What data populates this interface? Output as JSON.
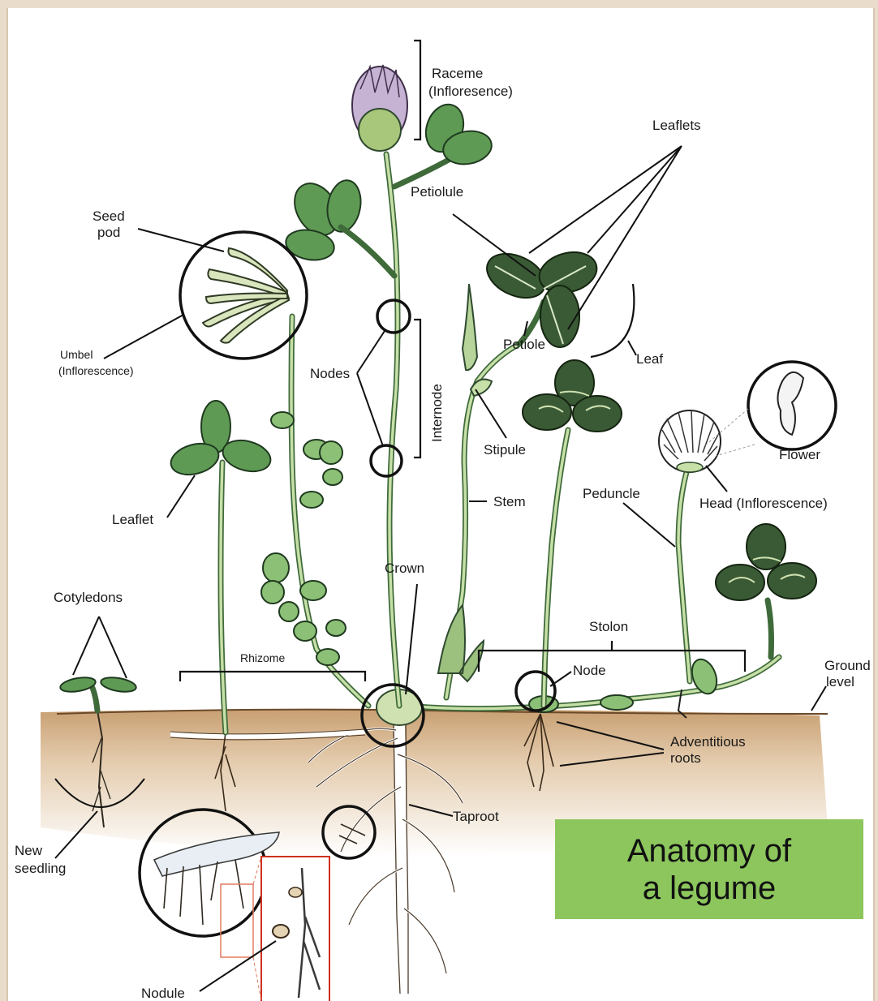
{
  "title": {
    "line1": "Anatomy of",
    "line2": "a legume"
  },
  "labels": {
    "raceme": "Raceme",
    "raceme_sub": "(Infloresence)",
    "leaflets": "Leaflets",
    "petiolule": "Petiolule",
    "seed": "Seed",
    "pod": "pod",
    "petiole": "Petiole",
    "leaf": "Leaf",
    "umbel": "Umbel",
    "umbel_sub": "(Inflorescence)",
    "nodes": "Nodes",
    "internode": "Internode",
    "stipule": "Stipule",
    "flower": "Flower",
    "leaflet": "Leaflet",
    "stem": "Stem",
    "peduncle": "Peduncle",
    "head": "Head (Inflorescence)",
    "crown": "Crown",
    "cotyledons": "Cotyledons",
    "stolon": "Stolon",
    "rhizome": "Rhizome",
    "node": "Node",
    "ground": "Ground",
    "ground_sub": "level",
    "adventitious": "Adventitious",
    "adventitious_sub": "roots",
    "taproot": "Taproot",
    "new": "New",
    "new_sub": "seedling",
    "nodule": "Nodule"
  },
  "colors": {
    "soil": "#c9a57a",
    "title_box": "#8cc65d",
    "leaf": "#5f9a55",
    "leaf_dark": "#3a5a36"
  }
}
